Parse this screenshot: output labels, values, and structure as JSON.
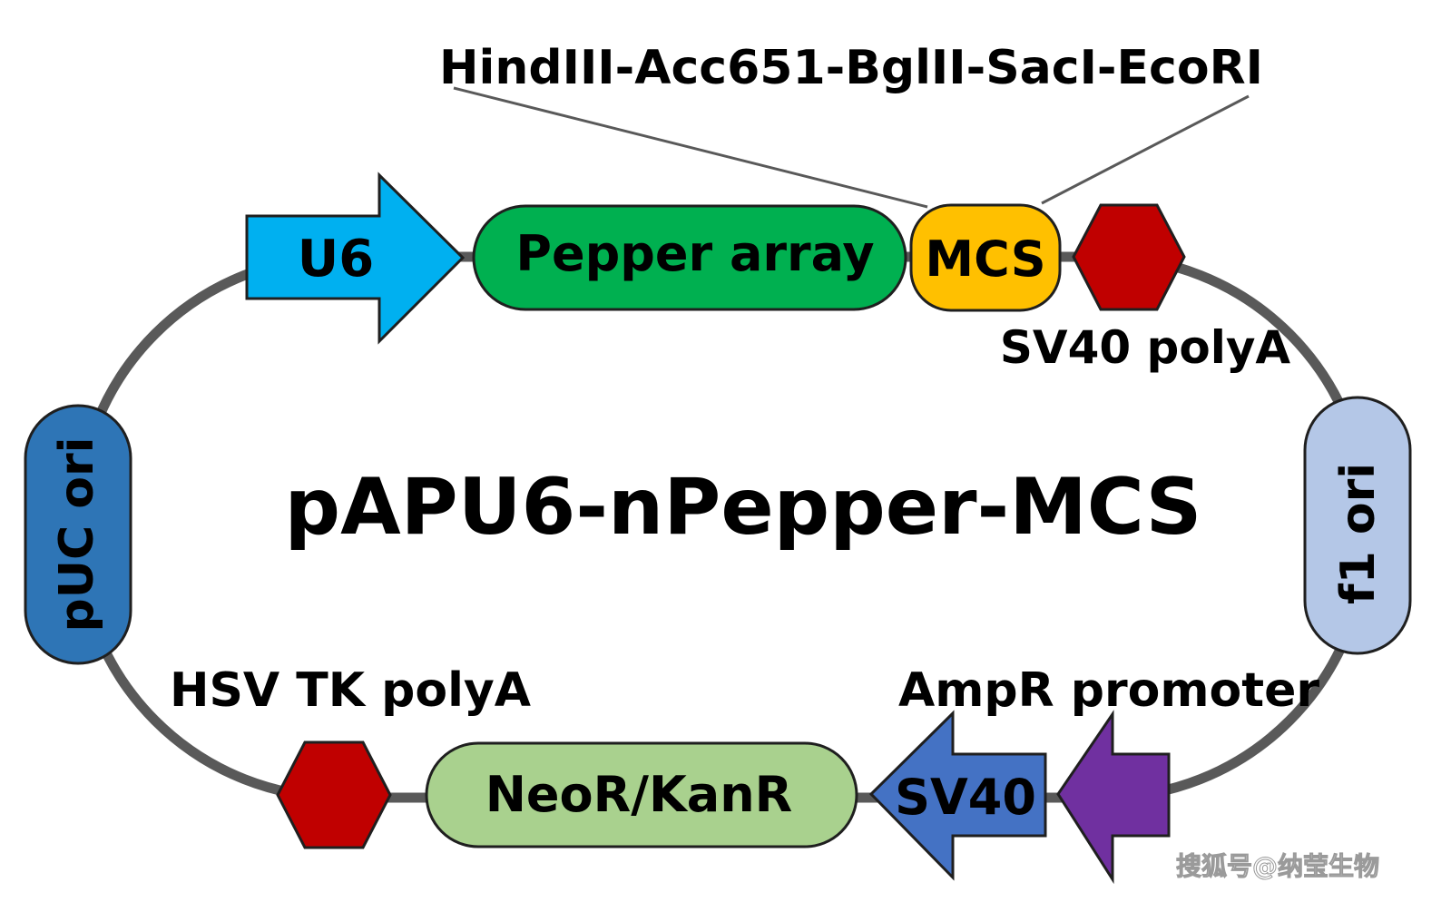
{
  "title": "pAPU6-nPepper-MCS",
  "mcs_sites": "HindIII-Acc651-BglII-SacI-EcoRI",
  "features": {
    "u6": {
      "label": "U6",
      "color": "#00B0F0"
    },
    "pepper_array": {
      "label": "Pepper array",
      "color": "#00B050"
    },
    "mcs": {
      "label": "MCS",
      "color": "#FFC000"
    },
    "sv40_polya": {
      "label": "SV40 polyA",
      "color": "#C00000"
    },
    "f1_ori": {
      "label": "f1 ori",
      "color": "#B4C7E7"
    },
    "ampr_promoter": {
      "label": "AmpR promoter",
      "color": "#7030A0"
    },
    "sv40": {
      "label": "SV40",
      "color": "#4472C4"
    },
    "neor_kanr": {
      "label": "NeoR/KanR",
      "color": "#A9D18E"
    },
    "hsv_tk_polya": {
      "label": "HSV TK polyA",
      "color": "#C00000"
    },
    "puc_ori": {
      "label": "pUC ori",
      "color": "#2E75B6"
    }
  },
  "backbone_color": "#595959",
  "watermark": "搜狐号@纳莹生物"
}
